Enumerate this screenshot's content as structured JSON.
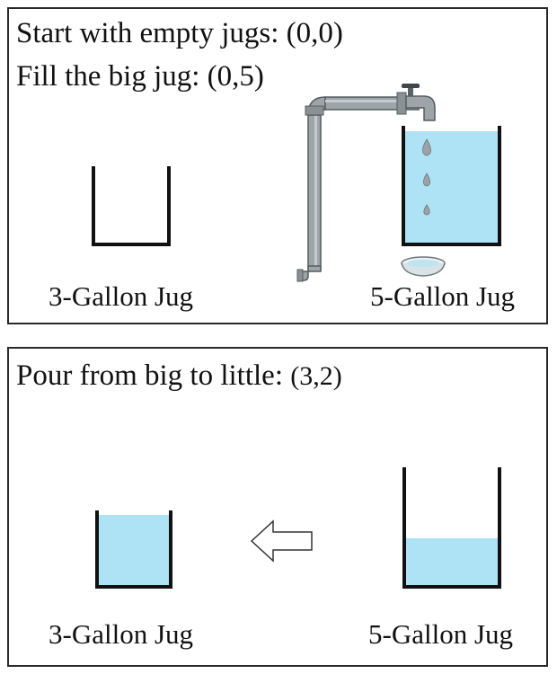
{
  "panel1": {
    "line1": "Start with empty jugs: (0,0)",
    "line2": "Fill the big jug: (0,5)",
    "small_jug_label": "3-Gallon Jug",
    "big_jug_label": "5-Gallon Jug",
    "small_jug_gallons": 0,
    "big_jug_gallons": 5
  },
  "panel2": {
    "caption": "Pour from big to little:",
    "state": "(3,2)",
    "small_jug_label": "3-Gallon Jug",
    "big_jug_label": "5-Gallon Jug",
    "small_jug_gallons": 3,
    "big_jug_gallons": 2
  },
  "colors": {
    "water": "#ade3f5",
    "jug_outline": "#111111",
    "pipe": "#9ea5a9",
    "pipe_shadow": "#6f777b",
    "arrow_fill": "#ffffff"
  },
  "icons": [
    "faucet-pipe-icon",
    "water-drop-icon",
    "bowl-icon",
    "left-arrow-icon"
  ]
}
